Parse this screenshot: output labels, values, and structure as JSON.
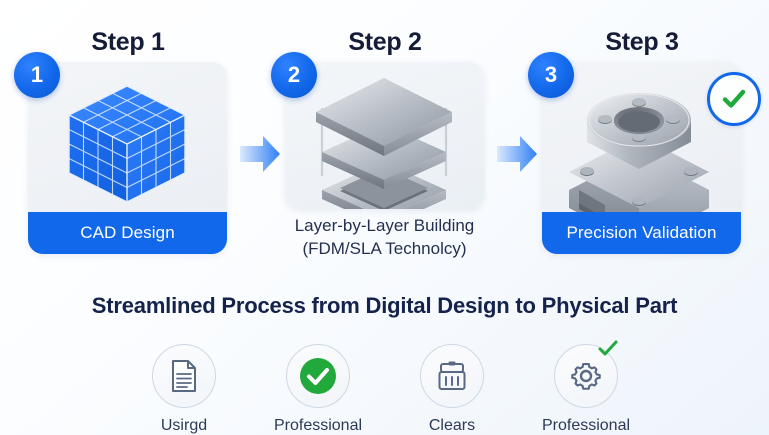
{
  "theme": {
    "accent_blue": "#1268ea",
    "deep_navy": "#151c38",
    "green": "#22a93c",
    "steel": "#9aa4b2",
    "background": "#f3f8fd"
  },
  "steps": [
    {
      "title": "Step 1",
      "badge": "1",
      "label": "CAD Design",
      "icon": "blue-voxel-cube-icon",
      "has_footer_bar": true
    },
    {
      "title": "Step 2",
      "badge": "2",
      "label_line1": "Layer-by-Layer Building",
      "label_line2": "(FDM/SLA Technolcy)",
      "icon": "3d-printer-layers-icon",
      "has_footer_bar": false
    },
    {
      "title": "Step 3",
      "badge": "3",
      "label": "Precision Validation",
      "icon": "machined-metal-part-icon",
      "has_footer_bar": true,
      "check_badge": "check-circle-icon"
    }
  ],
  "arrows": [
    {
      "name": "arrow-step1-to-step2"
    },
    {
      "name": "arrow-step2-to-step3"
    }
  ],
  "headline": "Streamlined Process from Digital Design to Physical Part",
  "features": [
    {
      "label": "Usirgd",
      "icon": "document-icon"
    },
    {
      "label": "Professional",
      "icon": "check-circle-filled-icon"
    },
    {
      "label": "Clears",
      "icon": "machine-crate-icon"
    },
    {
      "label": "Professional",
      "icon": "gear-icon",
      "badge_icon": "small-check-icon"
    }
  ]
}
